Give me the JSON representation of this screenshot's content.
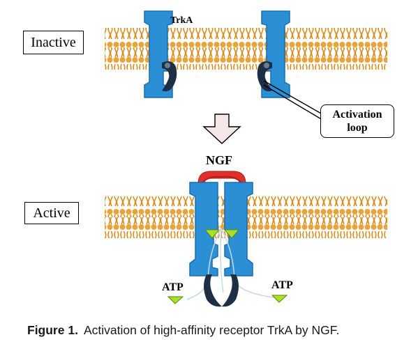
{
  "labels": {
    "inactive": "Inactive",
    "active": "Active",
    "receptor": "TrkA",
    "ligand": "NGF",
    "activation_loop_line1": "Activation",
    "activation_loop_line2": "loop",
    "atp_left": "ATP",
    "atp_right": "ATP"
  },
  "caption": {
    "number": "Figure 1.",
    "text": "Activation of high-affinity receptor TrkA by NGF."
  },
  "colors": {
    "receptor": "#2b8fd6",
    "receptor_outline": "#1a6fae",
    "membrane": "#e8a33c",
    "membrane_tail": "#d88c1e",
    "ngf": "#e0302a",
    "atp": "#a6e22a",
    "loop": "#1c2f45",
    "arrow_fill": "#f7e8e8"
  },
  "icons": {
    "state_change_arrow": "down-arrow-icon",
    "atp": "triangle-icon"
  }
}
